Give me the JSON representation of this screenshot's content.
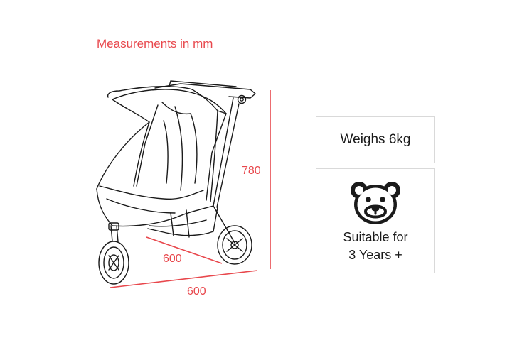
{
  "header": {
    "title": "Measurements in mm"
  },
  "dimensions": {
    "height": "780",
    "depth": "600",
    "width": "600"
  },
  "specs": {
    "weight": "Weighs 6kg",
    "age_line1": "Suitable for",
    "age_line2": "3 Years +"
  },
  "icons": {
    "age": "teddy-bear-icon",
    "product": "stroller-icon"
  },
  "colors": {
    "accent": "#e8474c",
    "line": "#1a1a1a",
    "card_border": "#d9d9d9"
  }
}
